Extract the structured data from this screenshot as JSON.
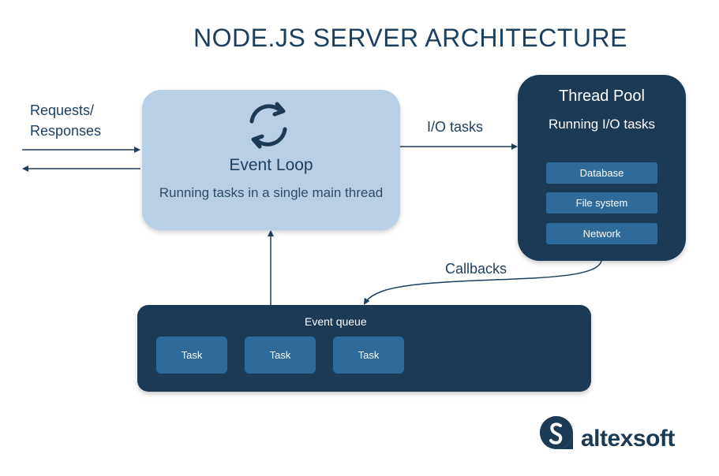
{
  "title": "NODE.JS SERVER ARCHITECTURE",
  "labels": {
    "requests": "Requests/",
    "responses": "Responses",
    "io_tasks": "I/O tasks",
    "callbacks": "Callbacks"
  },
  "event_loop": {
    "title": "Event Loop",
    "description": "Running tasks in a single main thread",
    "icon": "refresh-cycle-icon"
  },
  "thread_pool": {
    "title": "Thread Pool",
    "subtitle": "Running I/O tasks",
    "items": [
      "Database",
      "File system",
      "Network"
    ]
  },
  "event_queue": {
    "title": "Event queue",
    "tasks": [
      "Task",
      "Task",
      "Task"
    ]
  },
  "logo": {
    "text": "altexsoft"
  },
  "colors": {
    "navy": "#1b3a56",
    "light_blue": "#b8cfe6",
    "mid_blue": "#2f6b9a",
    "text": "#1d3f5f"
  }
}
